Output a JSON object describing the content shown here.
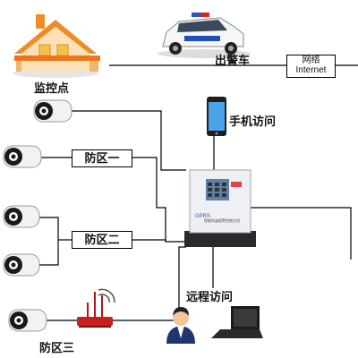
{
  "labels": {
    "monitor_point": "监控点",
    "police_car": "出警车",
    "mobile_access": "手机访问",
    "remote_access": "远程访问",
    "zone_one": "防区一",
    "zone_two": "防区二",
    "zone_three": "防区三",
    "network_line1": "网络",
    "network_line2": "Internet"
  },
  "host_panel": {
    "brand": "GPRS",
    "caption": "智能防盗报警控制主机"
  },
  "icons": [
    "house-icon",
    "police-car-icon",
    "camera-icon",
    "smartphone-icon",
    "alarm-host-icon",
    "router-icon",
    "person-icon",
    "laptop-icon"
  ],
  "colors": {
    "line": "#000000",
    "house_roof": "#f08c28",
    "house_wall": "#fbe0b8",
    "router": "#c81e1e",
    "host": "#eef0f5",
    "host_base": "#2a2a2a"
  }
}
